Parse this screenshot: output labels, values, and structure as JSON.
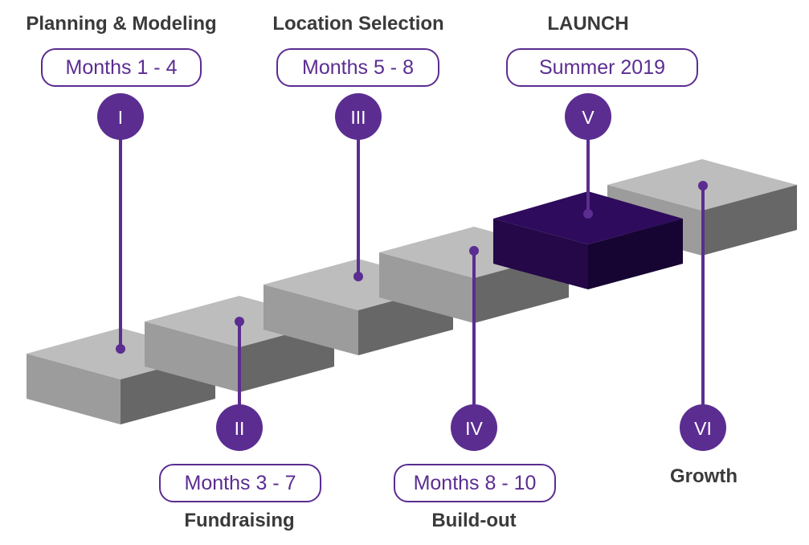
{
  "colors": {
    "accent": "#5b2d91",
    "block_top": "#bdbdbd",
    "block_front": "#9c9c9c",
    "block_side": "#676767",
    "launch_top": "#2e0b5c",
    "launch_front": "#240848",
    "launch_side": "#160433",
    "title_text": "#3a3a3a"
  },
  "phases": [
    {
      "numeral": "I",
      "title": "Planning & Modeling",
      "timeframe": "Months 1 - 4"
    },
    {
      "numeral": "II",
      "title": "Fundraising",
      "timeframe": "Months 3 - 7"
    },
    {
      "numeral": "III",
      "title": "Location Selection",
      "timeframe": "Months 5 - 8"
    },
    {
      "numeral": "IV",
      "title": "Build-out",
      "timeframe": "Months 8 - 10"
    },
    {
      "numeral": "V",
      "title": "LAUNCH",
      "timeframe": "Summer 2019"
    },
    {
      "numeral": "VI",
      "title": "Growth",
      "timeframe": ""
    }
  ]
}
